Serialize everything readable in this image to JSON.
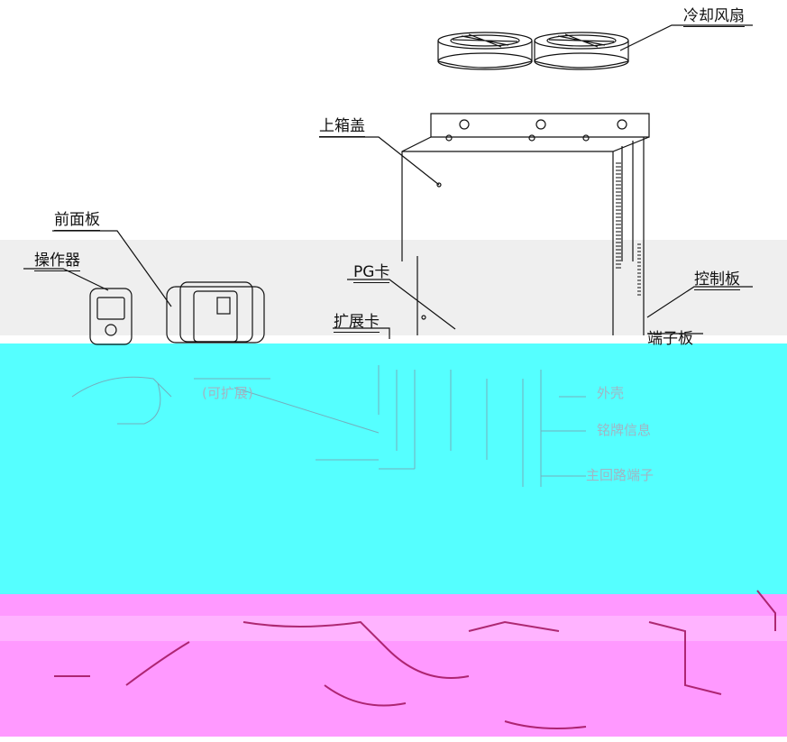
{
  "labels": {
    "fans": "冷却风扇",
    "top_cover": "上箱盖",
    "front_panel": "前面板",
    "keypad": "操作器",
    "pg_card": "PG卡",
    "expansion_card": "扩展卡",
    "control_board": "控制板",
    "terminal_board": "端子板"
  },
  "ghost_labels": {
    "expandable": "(可扩展)",
    "shell": "外壳",
    "nameplate": "铭牌信息",
    "main_circuit_terminal": "主回路端子"
  },
  "colors": {
    "line": "#111111",
    "band_gray": "#efefef",
    "band_cyan": "#55ffff",
    "band_pink": "#ff99ff",
    "glitch_dark": "#a0105a"
  }
}
